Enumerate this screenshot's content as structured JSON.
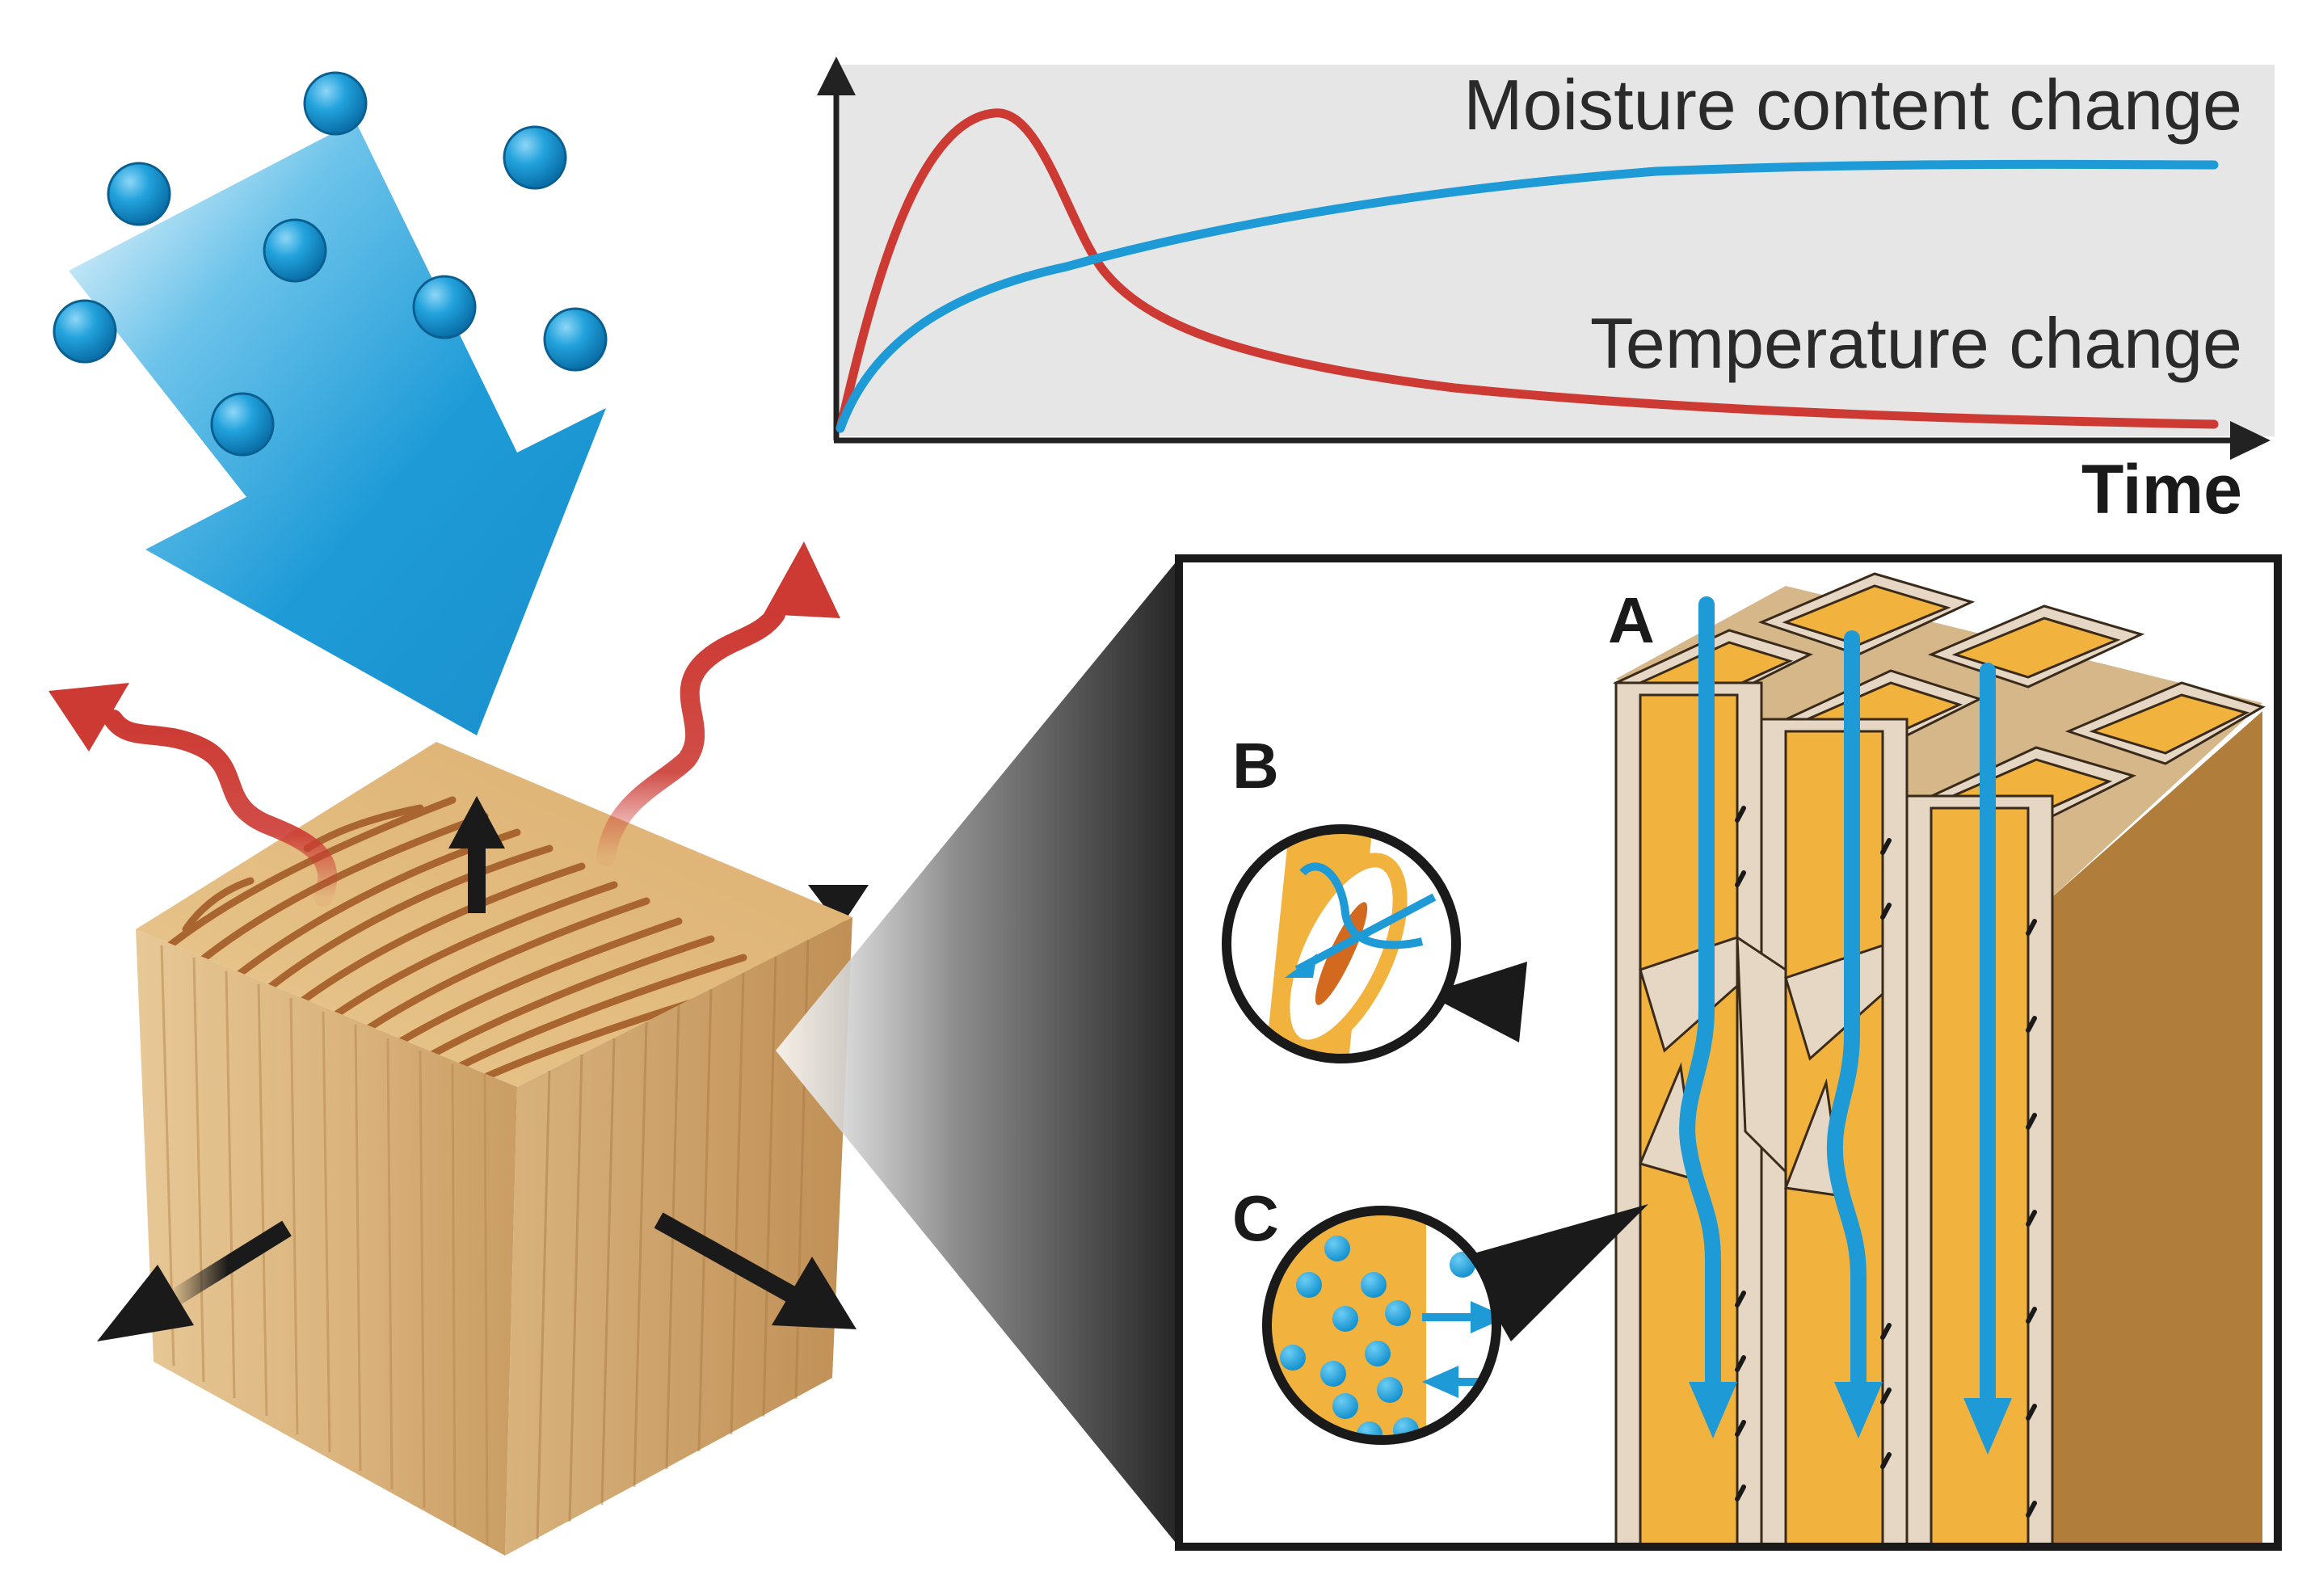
{
  "graph": {
    "moisture_label": "Moisture content change",
    "temperature_label": "Temperature change",
    "x_axis_label": "Time"
  },
  "cell_labels": {
    "a": "A",
    "b": "B",
    "c": "C"
  },
  "colors": {
    "water": "#1e9bd7",
    "heat": "#cc3a33",
    "wood_light": "#e2c08c",
    "wood_grain": "#a8652f",
    "lumen": "#f2b23e",
    "cell_wall": "#e6d6c4",
    "cell_side": "#b07d3a",
    "graph_bg": "#e6e6e6",
    "axis": "#222222"
  },
  "icons": [
    "water-droplet-icon",
    "moisture-arrow-icon",
    "heat-wave-icon",
    "expansion-arrow-icon",
    "flow-arrow-icon"
  ]
}
